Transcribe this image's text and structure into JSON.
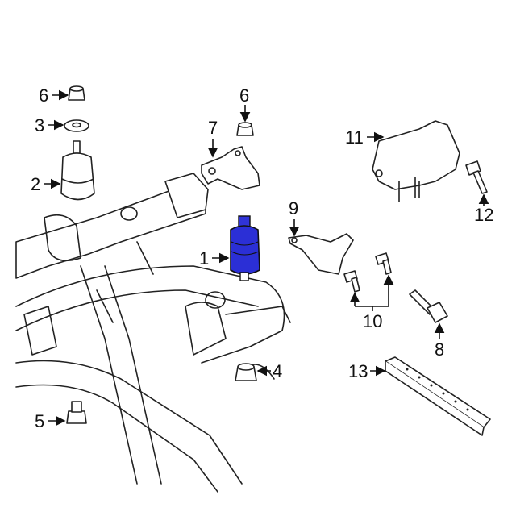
{
  "diagram": {
    "highlight_color": "#2b2fd6",
    "callouts": [
      {
        "id": "c6a",
        "label": "6"
      },
      {
        "id": "c3",
        "label": "3"
      },
      {
        "id": "c2",
        "label": "2"
      },
      {
        "id": "c6b",
        "label": "6"
      },
      {
        "id": "c7",
        "label": "7"
      },
      {
        "id": "c11",
        "label": "11"
      },
      {
        "id": "c12",
        "label": "12"
      },
      {
        "id": "c9",
        "label": "9"
      },
      {
        "id": "c1",
        "label": "1"
      },
      {
        "id": "c10",
        "label": "10"
      },
      {
        "id": "c8",
        "label": "8"
      },
      {
        "id": "c4",
        "label": "4"
      },
      {
        "id": "c13",
        "label": "13"
      },
      {
        "id": "c5",
        "label": "5"
      }
    ]
  }
}
